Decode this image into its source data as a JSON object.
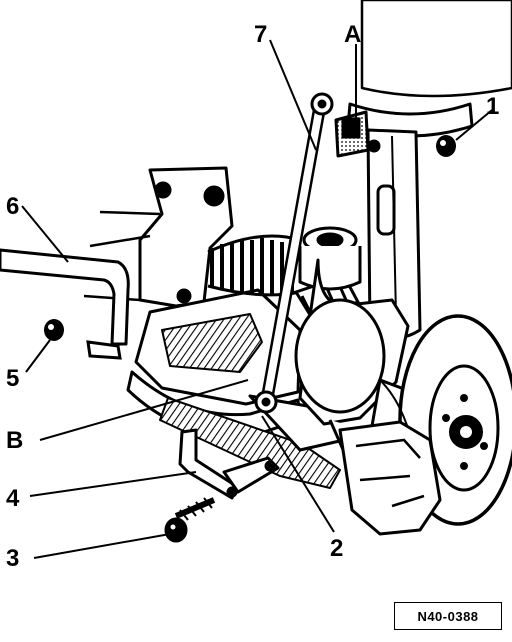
{
  "figure": {
    "reference_code": "N40-0388"
  },
  "callouts": [
    {
      "id": "1",
      "label": "1"
    },
    {
      "id": "2",
      "label": "2"
    },
    {
      "id": "3",
      "label": "3"
    },
    {
      "id": "4",
      "label": "4"
    },
    {
      "id": "5",
      "label": "5"
    },
    {
      "id": "6",
      "label": "6"
    },
    {
      "id": "7",
      "label": "7"
    },
    {
      "id": "A",
      "label": "A"
    },
    {
      "id": "B",
      "label": "B"
    }
  ],
  "colors": {
    "ink": "#000000",
    "paper": "#ffffff",
    "shade": "#9a9a9a"
  }
}
